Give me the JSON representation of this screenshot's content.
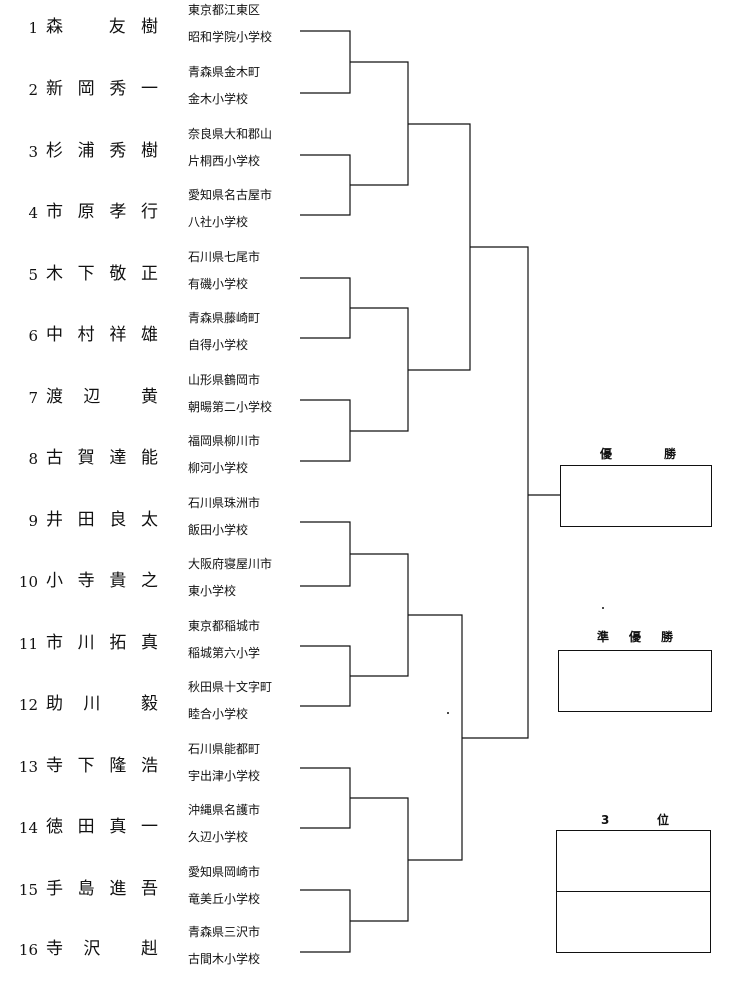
{
  "entries": [
    {
      "num": "1",
      "name": [
        "森",
        "",
        "",
        "友",
        "樹"
      ],
      "aff_line1": "東京都江東区",
      "aff_line2": "昭和学院小学校"
    },
    {
      "num": "2",
      "name": [
        "新",
        "岡",
        "秀",
        "一"
      ],
      "aff_line1": "青森県金木町",
      "aff_line2": "金木小学校"
    },
    {
      "num": "3",
      "name": [
        "杉",
        "浦",
        "秀",
        "樹"
      ],
      "aff_line1": "奈良県大和郡山",
      "aff_line2": "片桐西小学校"
    },
    {
      "num": "4",
      "name": [
        "市",
        "原",
        "孝",
        "行"
      ],
      "aff_line1": "愛知県名古屋市",
      "aff_line2": "八社小学校"
    },
    {
      "num": "5",
      "name": [
        "木",
        "下",
        "敬",
        "正"
      ],
      "aff_line1": "石川県七尾市",
      "aff_line2": "有磯小学校"
    },
    {
      "num": "6",
      "name": [
        "中",
        "村",
        "祥",
        "雄"
      ],
      "aff_line1": "青森県藤崎町",
      "aff_line2": "自得小学校"
    },
    {
      "num": "7",
      "name": [
        "渡",
        "辺",
        "",
        "黄"
      ],
      "aff_line1": "山形県鶴岡市",
      "aff_line2": "朝暘第二小学校"
    },
    {
      "num": "8",
      "name": [
        "古",
        "賀",
        "達",
        "能"
      ],
      "aff_line1": "福岡県柳川市",
      "aff_line2": "柳河小学校"
    },
    {
      "num": "9",
      "name": [
        "井",
        "田",
        "良",
        "太"
      ],
      "aff_line1": "石川県珠洲市",
      "aff_line2": "飯田小学校"
    },
    {
      "num": "10",
      "name": [
        "小",
        "寺",
        "貴",
        "之"
      ],
      "aff_line1": "大阪府寝屋川市",
      "aff_line2": "東小学校"
    },
    {
      "num": "11",
      "name": [
        "市",
        "川",
        "拓",
        "真"
      ],
      "aff_line1": "東京都稲城市",
      "aff_line2": "稲城第六小学"
    },
    {
      "num": "12",
      "name": [
        "助",
        "川",
        "",
        "毅"
      ],
      "aff_line1": "秋田県十文字町",
      "aff_line2": "睦合小学校"
    },
    {
      "num": "13",
      "name": [
        "寺",
        "下",
        "隆",
        "浩"
      ],
      "aff_line1": "石川県能都町",
      "aff_line2": "宇出津小学校"
    },
    {
      "num": "14",
      "name": [
        "徳",
        "田",
        "真",
        "一"
      ],
      "aff_line1": "沖縄県名護市",
      "aff_line2": "久辺小学校"
    },
    {
      "num": "15",
      "name": [
        "手",
        "島",
        "進",
        "吾"
      ],
      "aff_line1": "愛知県岡崎市",
      "aff_line2": "竜美丘小学校"
    },
    {
      "num": "16",
      "name": [
        "寺",
        "沢",
        "",
        "赳"
      ],
      "aff_line1": "青森県三沢市",
      "aff_line2": "古間木小学校"
    }
  ],
  "results": {
    "winner": [
      "優",
      "勝"
    ],
    "runner_up": [
      "準",
      "優",
      "勝"
    ],
    "third": [
      "3",
      "位"
    ]
  }
}
